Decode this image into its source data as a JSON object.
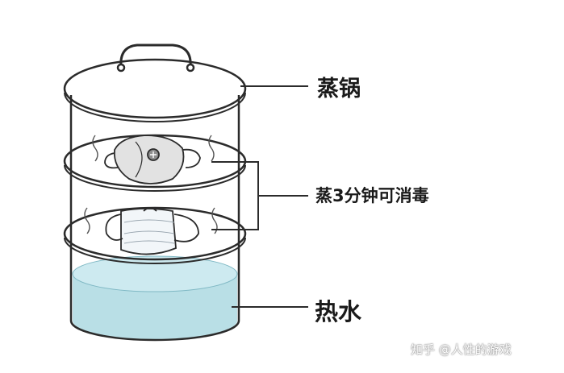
{
  "labels": {
    "steamer": "蒸锅",
    "disinfect": "蒸3分钟可消毒",
    "hot_water": "热水"
  },
  "watermark": "知乎 @人性的游戏",
  "colors": {
    "outline": "#2b2b2b",
    "water": "#b9dfe6",
    "water_surface": "#cdeaf0",
    "mask": "#e2e2e2",
    "mask_light": "#f2f6f9"
  }
}
